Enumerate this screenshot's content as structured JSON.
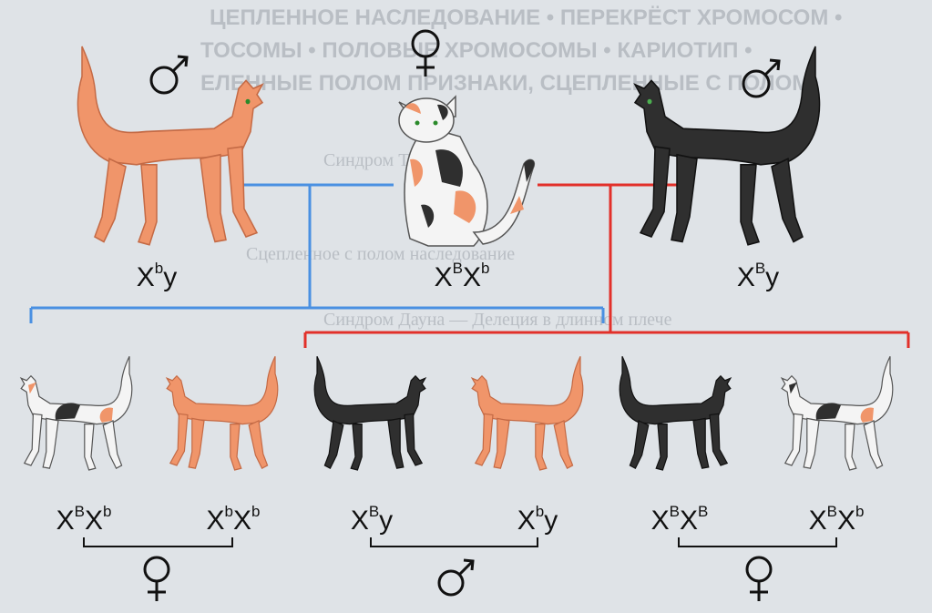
{
  "background_text": [
    "ЦЕПЛЕННОЕ НАСЛЕДОВАНИЕ • ПЕРЕКРЁСТ ХРОМОСОМ •",
    "ТОСОМЫ • ПОЛОВЫЕ ХРОМОСОМЫ • КАРИОТИП •",
    "ЕЛЕННЫЕ ПОЛОМ ПРИЗНАКИ, СЦЕПЛЕННЫЕ С ПОЛОМ",
    "Синдром Тернера",
    "Синдром Дауна — Делеция в длинном плече",
    "Сцепленное с полом наследование"
  ],
  "parents": [
    {
      "genotype_base": "X",
      "genotype_sup": "b",
      "genotype_tail": "y",
      "sex": "male-symbol",
      "color": "orange"
    },
    {
      "genotype_base": "X",
      "genotype_sup": "B",
      "genotype_base2": "X",
      "genotype_sup2": "b",
      "sex": "female-symbol",
      "color": "calico"
    },
    {
      "genotype_base": "X",
      "genotype_sup": "B",
      "genotype_tail": "y",
      "sex": "male-symbol",
      "color": "black"
    }
  ],
  "offspring": [
    {
      "genotype": [
        "X",
        "B",
        "X",
        "b"
      ],
      "color": "calico"
    },
    {
      "genotype": [
        "X",
        "b",
        "X",
        "b"
      ],
      "color": "orange"
    },
    {
      "genotype": [
        "X",
        "B",
        "y",
        ""
      ],
      "color": "black"
    },
    {
      "genotype": [
        "X",
        "b",
        "y",
        ""
      ],
      "color": "orange"
    },
    {
      "genotype": [
        "X",
        "B",
        "X",
        "B"
      ],
      "color": "black"
    },
    {
      "genotype": [
        "X",
        "B",
        "X",
        "b"
      ],
      "color": "calico"
    }
  ],
  "colors": {
    "orange": "#f0956a",
    "black": "#2f2f2f",
    "white": "#f4f4f4",
    "blue_line": "#4a90e2",
    "red_line": "#e2302a"
  }
}
